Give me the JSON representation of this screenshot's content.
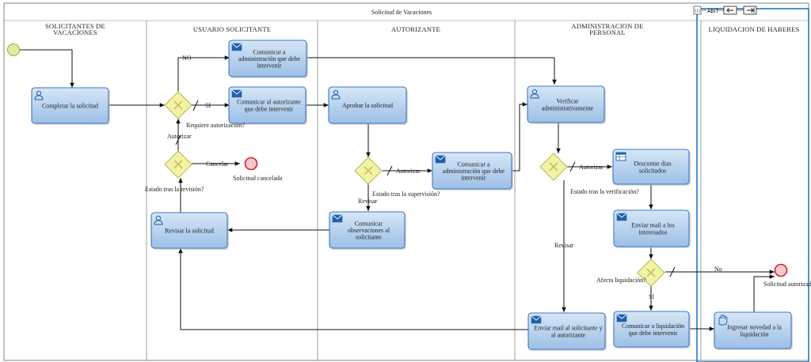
{
  "pool": {
    "title": "Solicitud de Vacaciones"
  },
  "toolbar": {
    "label": "AbiT"
  },
  "lanes": [
    {
      "id": "solicitantes",
      "title": [
        "SOLICITANTES DE",
        "VACACIONES"
      ]
    },
    {
      "id": "usuario",
      "title": [
        "USUARIO SOLICITANTE"
      ]
    },
    {
      "id": "autorizante",
      "title": [
        "AUTORIZANTE"
      ]
    },
    {
      "id": "administracion",
      "title": [
        "ADMINISTRACION DE",
        "PERSONAL"
      ]
    },
    {
      "id": "liquidacion",
      "title": [
        "LIQUIDACION DE HABERES"
      ]
    }
  ],
  "tasks": [
    {
      "id": "completar",
      "icon": "user-icon",
      "text": [
        "Completar la solicitud"
      ]
    },
    {
      "id": "com-admin",
      "icon": "envelope-icon",
      "text": [
        "Comunicar a",
        "administración que debe",
        "intervenir"
      ]
    },
    {
      "id": "com-autorizante",
      "icon": "envelope-icon",
      "text": [
        "Comunicar al autorizante",
        "que debe intervenir"
      ]
    },
    {
      "id": "revisar",
      "icon": "user-icon",
      "text": [
        "Revisar la solicitud"
      ]
    },
    {
      "id": "aprobar",
      "icon": "user-icon",
      "text": [
        "Aprobar la solicitud"
      ]
    },
    {
      "id": "com-admin-2",
      "icon": "envelope-icon",
      "text": [
        "Comunicar a",
        "administración que debe",
        "intervenir"
      ]
    },
    {
      "id": "com-obs",
      "icon": "envelope-icon",
      "text": [
        "Comunicar",
        "observaciones al",
        "solicitante"
      ]
    },
    {
      "id": "verificar",
      "icon": "user-icon",
      "text": [
        "Verificar",
        "administrativamente"
      ]
    },
    {
      "id": "descontar",
      "icon": "table-icon",
      "text": [
        "Descontar dias",
        "solicitados"
      ]
    },
    {
      "id": "enviar-mail-int",
      "icon": "envelope-icon",
      "text": [
        "Enviar mail a los",
        "interesados"
      ]
    },
    {
      "id": "com-liquidacion",
      "icon": "envelope-icon",
      "text": [
        "Comunicar a liquidación",
        "que debe intervenir"
      ]
    },
    {
      "id": "enviar-mail-sol",
      "icon": "envelope-icon",
      "text": [
        "Enviar mail al solicitante y",
        "al autorizante"
      ]
    },
    {
      "id": "ingresar",
      "icon": "hand-icon",
      "text": [
        "Ingresar novedad a la",
        "liquidación"
      ]
    }
  ],
  "gateways": [
    {
      "id": "g-requiere",
      "label": "Requiere autorización?"
    },
    {
      "id": "g-revision",
      "label": "Estado tras la revisión?"
    },
    {
      "id": "g-supervision",
      "label": "Estado tras la supervisión?"
    },
    {
      "id": "g-verificacion",
      "label": "Estado tras la verificación?"
    },
    {
      "id": "g-afecta",
      "label": "Afecta liquidación?"
    }
  ],
  "events": [
    {
      "id": "start",
      "kind": "start",
      "label": ""
    },
    {
      "id": "end-cancelada",
      "kind": "end",
      "label": "Solicitud cancelada"
    },
    {
      "id": "end-autorizada",
      "kind": "end",
      "label": "Solicitud autorizada"
    }
  ],
  "edge_labels": {
    "no": "NO",
    "si": "SI",
    "autorizar": "Autorizar",
    "cancelar": "Cancelar",
    "autorizar2": "Autorizar",
    "revisar": "Revisar",
    "autorizar3": "Autorizar",
    "revisar2": "Revisar",
    "no2": "No",
    "si2": "SI"
  },
  "colors": {
    "task_fill_top": "#d6e6f6",
    "task_fill_bottom": "#9cc0e6",
    "task_stroke": "#3b78c2",
    "gateway_fill": "#f3f3a6",
    "gateway_stroke": "#b8b84a",
    "start_fill": "#dcef9c",
    "end_fill": "#f7c8cc",
    "end_stroke": "#d4232f",
    "selection": "#1f78c8"
  }
}
